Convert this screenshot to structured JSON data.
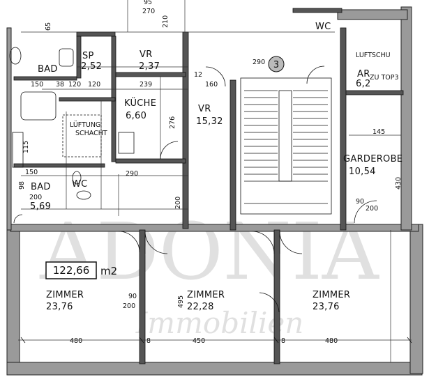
{
  "rooms": {
    "bad1": {
      "name": "BAD",
      "area": ""
    },
    "sp": {
      "name": "SP",
      "area": "2,52"
    },
    "vr_small": {
      "name": "VR",
      "area": "2,37"
    },
    "kueche": {
      "name": "KÜCHE",
      "area": "6,60"
    },
    "vr_main": {
      "name": "VR",
      "area": "15,32"
    },
    "bad2": {
      "name": "BAD",
      "area": "5,69"
    },
    "wc1": {
      "name": "WC",
      "area": ""
    },
    "wc2": {
      "name": "WC",
      "area": ""
    },
    "ar": {
      "name": "AR",
      "area": "6,2"
    },
    "garderobe": {
      "name": "GARDEROBE",
      "area": "10,54"
    },
    "zimmer1": {
      "name": "ZIMMER",
      "area": "23,76"
    },
    "zimmer2": {
      "name": "ZIMMER",
      "area": "22,28"
    },
    "zimmer3": {
      "name": "ZIMMER",
      "area": "23,76"
    }
  },
  "total_area": {
    "value": "122,66",
    "unit": "m2"
  },
  "stair_number": "3",
  "misc_labels": {
    "lueftung": "LÜFTUNG",
    "schacht": "SCHACHT",
    "zu_top": "ZU TOP3",
    "luftschu": "LUFTSCHU"
  },
  "dimensions": {
    "d480a": "480",
    "d450": "450",
    "d480b": "480",
    "d8a": "8",
    "d8b": "8",
    "d239": "239",
    "d160": "160",
    "d276": "276",
    "d290": "290",
    "d200": "200",
    "d495": "495",
    "d150a": "150",
    "d150b": "150",
    "d120a": "120",
    "d120b": "120",
    "d38": "38",
    "d115": "115",
    "d200b": "200",
    "d98": "98",
    "d145": "145",
    "d430": "430",
    "d90a": "90",
    "d200c": "200",
    "d90b": "90",
    "d200d": "200",
    "d12": "12",
    "d290b": "290",
    "d270": "270",
    "d210": "210",
    "d95": "95",
    "d65": "65"
  },
  "watermark": {
    "main": "ADONIA",
    "sub": "Immobilien"
  }
}
